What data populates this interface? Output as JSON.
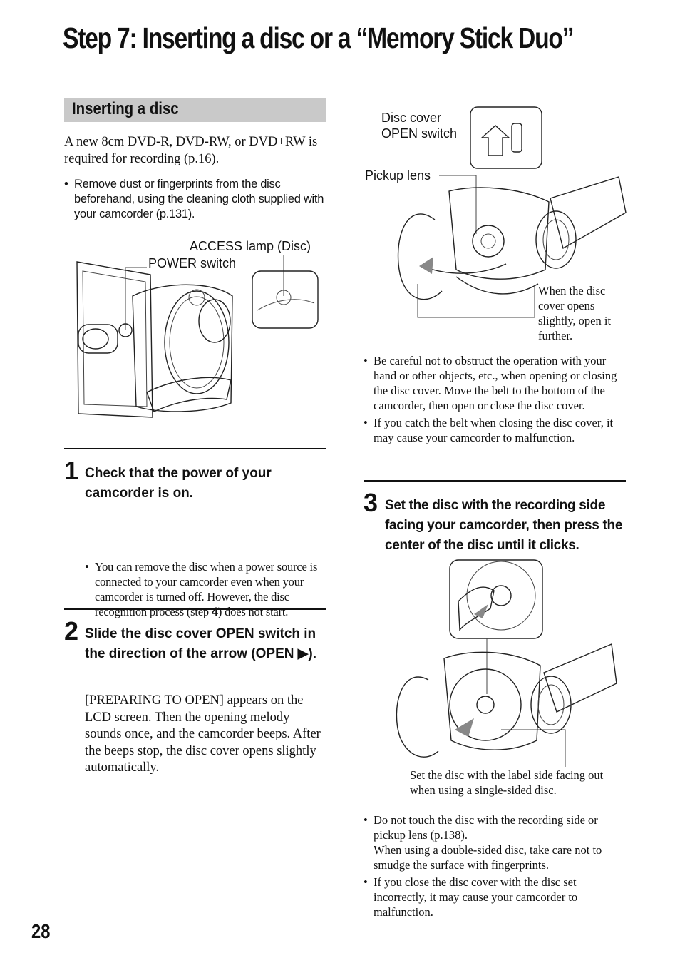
{
  "page": {
    "title": "Step 7: Inserting a disc or a “Memory Stick Duo”",
    "page_number": "28"
  },
  "section": {
    "heading": "Inserting a disc",
    "intro": "A new 8cm DVD-R, DVD-RW, or DVD+RW is required for recording (p.16).",
    "note": "Remove dust or fingerprints from the disc beforehand, using the cleaning cloth supplied with your camcorder (p.131)."
  },
  "fig1": {
    "access_lamp": "ACCESS lamp (Disc)",
    "power_switch": "POWER switch"
  },
  "step1": {
    "num": "1",
    "title": "Check that the power of your camcorder is on.",
    "note_a": "You can remove the disc when a power source is connected to your camcorder even when your camcorder is turned off. However, the disc recognition process (step ",
    "note_bold": "4",
    "note_b": ") does not start."
  },
  "step2": {
    "num": "2",
    "title": "Slide the disc cover OPEN switch in the direction of the arrow (OPEN ▶).",
    "body": "[PREPARING TO OPEN] appears on the LCD screen. Then the opening melody sounds once, and the camcorder beeps. After the beeps stop, the disc cover opens slightly automatically."
  },
  "fig2": {
    "disc_cover_1": "Disc cover",
    "disc_cover_2": "OPEN switch",
    "pickup_lens": "Pickup lens",
    "cover_note": "When the disc cover opens slightly, open it further."
  },
  "right_notes": [
    "Be careful not to obstruct the operation with your hand or other objects, etc., when opening or closing the disc cover. Move the belt to the bottom of the camcorder, then open or close the disc cover.",
    "If you catch the belt when closing the disc cover, it may cause your camcorder to malfunction."
  ],
  "step3": {
    "num": "3",
    "title": "Set the disc with the recording side facing your camcorder, then press the center of the disc until it clicks."
  },
  "fig3": {
    "caption": "Set the disc with the label side facing out when using a single-sided disc."
  },
  "bottom_notes": {
    "n1_a": "Do not touch the disc with the recording side or pickup lens (p.138).",
    "n1_b": "When using a double-sided disc, take care not to smudge the surface with fingerprints.",
    "n2": "If you close the disc cover with the disc set incorrectly, it may cause your camcorder to malfunction."
  },
  "icons": {
    "switch_marking": "OPEN"
  }
}
